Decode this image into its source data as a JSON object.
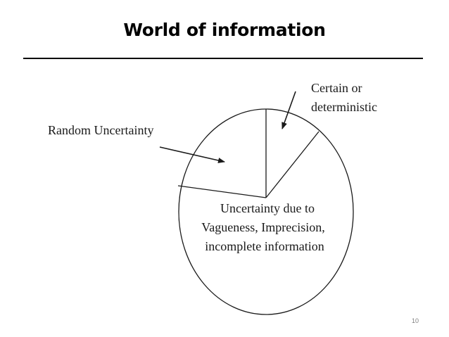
{
  "slide": {
    "title": "World of information",
    "page_number": "10"
  },
  "diagram": {
    "type": "pie",
    "segments": [
      {
        "label": "Certain or deterministic",
        "label_lines": [
          "Certain or",
          "deterministic"
        ]
      },
      {
        "label": "Random Uncertainty",
        "label_lines": [
          "Random Uncertainty"
        ]
      },
      {
        "label": "Uncertainty due to Vagueness, Imprecision, incomplete information",
        "label_lines": [
          "Uncertainty due to",
          "Vagueness, Imprecision,",
          "incomplete information"
        ]
      }
    ],
    "colors": {
      "stroke": "#1a1a1a",
      "fill": "#ffffff"
    }
  }
}
